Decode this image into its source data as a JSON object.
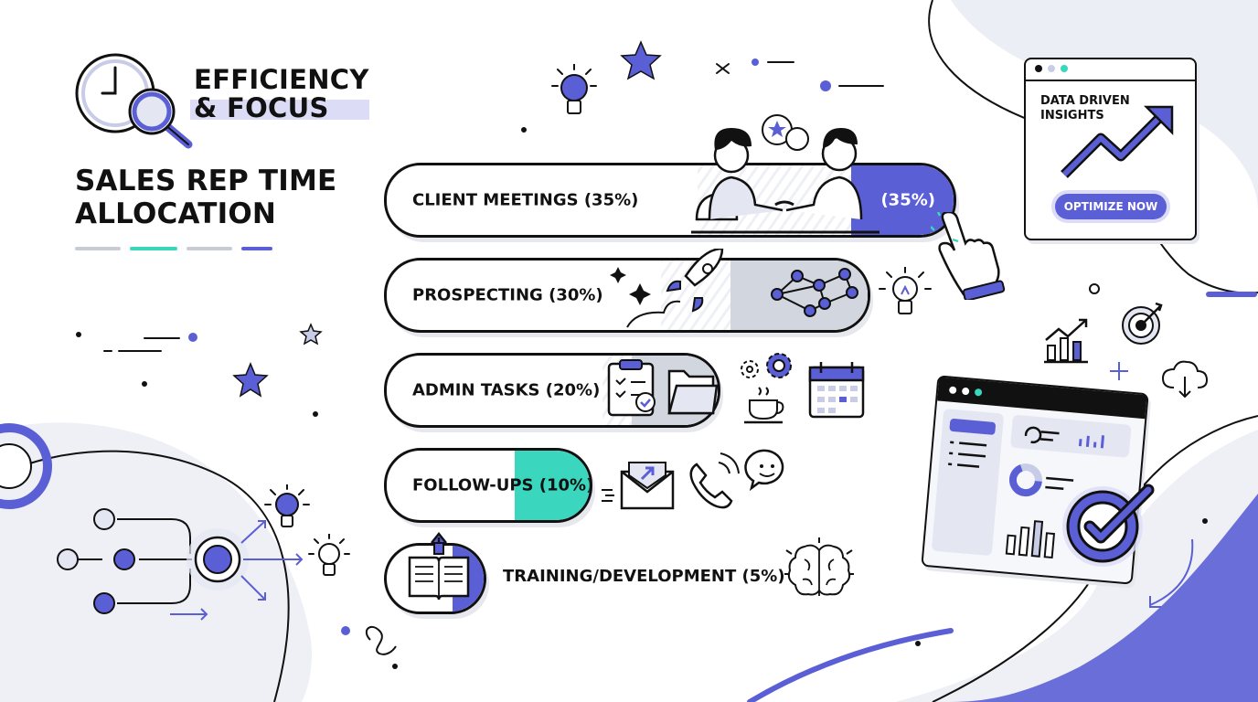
{
  "header": {
    "title_line1": "EFFICIENCY",
    "title_line2": "& FOCUS",
    "subtitle_line1": "SALES REP TIME",
    "subtitle_line2": "ALLOCATION"
  },
  "allocations": [
    {
      "label": "CLIENT MEETINGS (35%)",
      "badge": "(35%)",
      "share": 35
    },
    {
      "label": "PROSPECTING (30%)",
      "share": 30
    },
    {
      "label": "ADMIN TASKS (20%)",
      "share": 20
    },
    {
      "label": "FOLLOW-UPS (10%)",
      "share": 10
    },
    {
      "label": "TRAINING/DEVELOPMENT (5%)",
      "share": 5
    }
  ],
  "insights_card": {
    "heading_line1": "DATA DRIVEN",
    "heading_line2": "INSIGHTS",
    "button_label": "OPTIMIZE NOW"
  },
  "colors": {
    "accent": "#5b5fd6",
    "teal": "#3ad6bd",
    "ink": "#111111",
    "soft": "#e4e6f2"
  },
  "icons": [
    "clock-icon",
    "magnifier-icon",
    "lightbulb-icon",
    "star-icon",
    "rocket-icon",
    "network-icon",
    "clipboard-icon",
    "folder-icon",
    "gears-icon",
    "coffee-icon",
    "calendar-icon",
    "envelope-icon",
    "phone-icon",
    "smiley-icon",
    "book-icon",
    "brain-icon",
    "pointer-hand-icon",
    "trend-chart-icon",
    "target-icon",
    "cloud-download-icon",
    "checkmark-badge-icon"
  ]
}
